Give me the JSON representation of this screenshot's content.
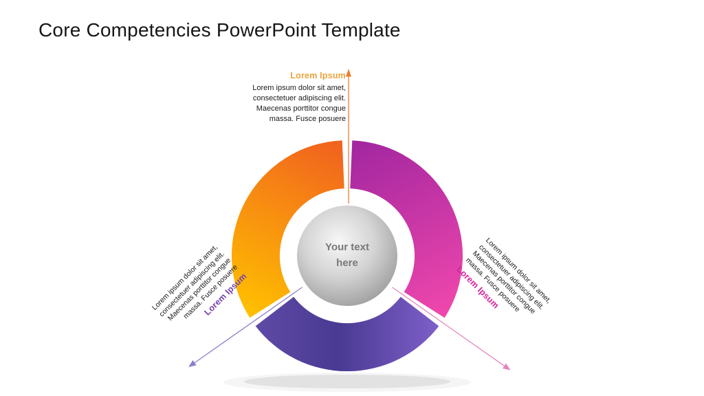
{
  "title": "Core Competencies PowerPoint Template",
  "center": {
    "text": "Your text here"
  },
  "donut": {
    "segments": [
      {
        "name": "top-left-segment",
        "color_from": "#F1611F",
        "color_to": "#FFC000"
      },
      {
        "name": "right-segment",
        "color_from": "#A226A0",
        "color_to": "#EF47AC"
      },
      {
        "name": "bottom-segment",
        "color_from": "#5E4AA6",
        "color_mid": "#4A3A92",
        "color_to": "#7E5FC9"
      }
    ]
  },
  "callouts": {
    "top": {
      "label": "Lorem Ipsum",
      "color": "#EDA33C",
      "arrow_color": "#ED7D31",
      "body": "Lorem ipsum dolor sit amet, consectetuer adipiscing elit. Maecenas porttitor congue massa. Fusce posuere"
    },
    "left": {
      "label": "Lorem Ipsum",
      "color": "#7340AC",
      "arrow_color": "#8E7CC9",
      "body": "Lorem ipsum dolor sit amet, consectetuer adipiscing elit. Maecenas porttitor congue massa. Fusce posuere"
    },
    "right": {
      "label": "Lorem Ipsum",
      "color": "#D91F9B",
      "arrow_color": "#E287BE",
      "body": "Lorem ipsum dolor sit amet, consectetuer adipiscing elit. Maecenas porttitor congue massa. Fusce posuere"
    }
  }
}
